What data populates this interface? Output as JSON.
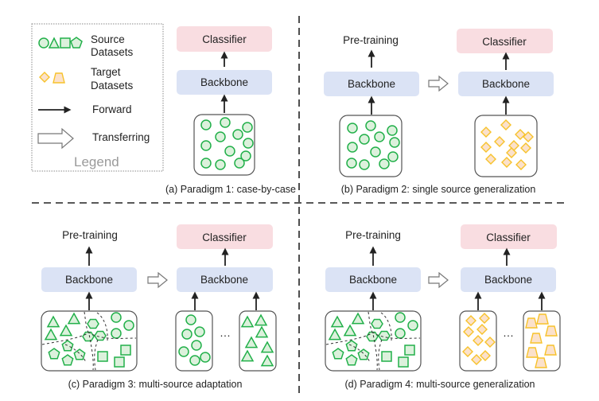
{
  "legend": {
    "title": "Legend",
    "items": [
      {
        "icon": "source-shapes-icon",
        "label_line1": "Source",
        "label_line2": "Datasets"
      },
      {
        "icon": "target-shapes-icon",
        "label_line1": "Target",
        "label_line2": "Datasets"
      },
      {
        "icon": "forward-arrow-icon",
        "label_line1": "Forward"
      },
      {
        "icon": "transfer-arrow-icon",
        "label_line1": "Transferring"
      }
    ]
  },
  "colors": {
    "source_stroke": "#22b04a",
    "source_fill": "#dcf1dc",
    "target_stroke": "#f7c22a",
    "target_fill": "#fbe1cb",
    "backbone_fill": "#dbe3f5",
    "classifier_fill": "#f9dde1"
  },
  "labels": {
    "classifier": "Classifier",
    "backbone": "Backbone",
    "pretraining": "Pre-training",
    "ellipsis": "···"
  },
  "panels": {
    "a": {
      "caption": "(a) Paradigm 1: case-by-case"
    },
    "b": {
      "caption": "(b) Paradigm 2: single source generalization"
    },
    "c": {
      "caption": "(c) Paradigm 3: multi-source adaptation"
    },
    "d": {
      "caption": "(d) Paradigm 4: multi-source generalization"
    }
  }
}
